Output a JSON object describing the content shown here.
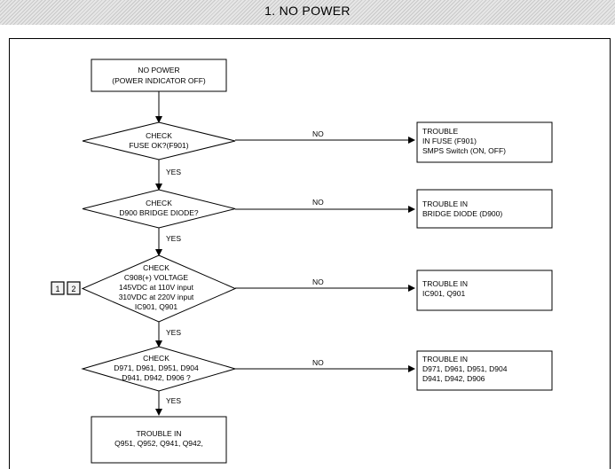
{
  "title": "1. NO POWER",
  "ref_badges": [
    "1",
    "2"
  ],
  "nodes": {
    "start": [
      "NO POWER",
      "(POWER INDICATOR OFF)"
    ],
    "d1": [
      "CHECK",
      "FUSE OK?(F901)"
    ],
    "t1": [
      "TROUBLE",
      "IN FUSE (F901)",
      "SMPS Switch (ON, OFF)"
    ],
    "d2": [
      "CHECK",
      "D900 BRIDGE DIODE?"
    ],
    "t2": [
      "TROUBLE IN",
      "BRIDGE DIODE (D900)"
    ],
    "d3": [
      "CHECK",
      "C908(+) VOLTAGE",
      "145VDC at 110V input",
      "310VDC at 220V input",
      "IC901, Q901"
    ],
    "t3": [
      "TROUBLE IN",
      "IC901, Q901"
    ],
    "d4": [
      "CHECK",
      "D971, D961, D951, D904",
      "D941, D942, D906 ?"
    ],
    "t4": [
      "TROUBLE IN",
      "D971, D961, D951, D904",
      "D941, D942, D906"
    ],
    "end": [
      "TROUBLE IN",
      "Q951, Q952, Q941, Q942,"
    ]
  },
  "edge_labels": {
    "no": "NO",
    "yes": "YES"
  }
}
